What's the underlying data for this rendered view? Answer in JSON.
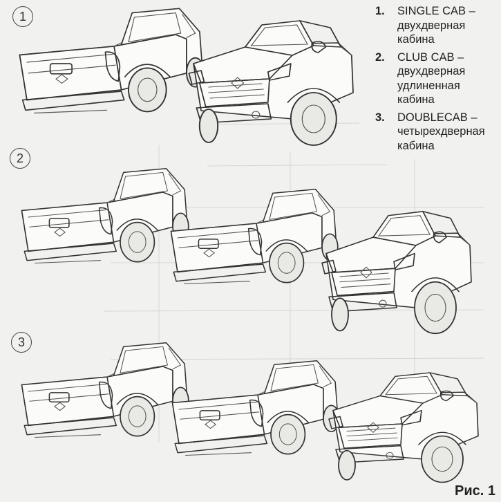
{
  "badges": [
    "1",
    "2",
    "3"
  ],
  "legend": [
    {
      "num": "1.",
      "lines": [
        "SINGLE CAB –",
        "двухдверная",
        "кабина"
      ]
    },
    {
      "num": "2.",
      "lines": [
        "CLUB CAB –",
        "двухдверная",
        "удлиненная",
        "кабина"
      ]
    },
    {
      "num": "3.",
      "lines": [
        "DOUBLECAB –",
        "четырехдверная",
        "кабина"
      ]
    }
  ],
  "figure_label": "Рис. 1",
  "icons": [
    "pickup-rear-view",
    "pickup-front-view"
  ]
}
